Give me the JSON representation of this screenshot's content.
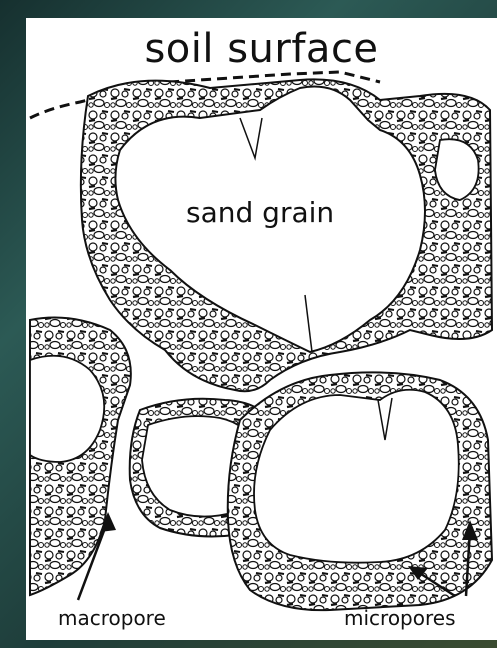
{
  "diagram": {
    "title": "soil surface",
    "labels": {
      "sand_grain": "sand grain",
      "macropore": "macropore",
      "micropores": "micropores"
    }
  },
  "colors": {
    "ink": "#111111",
    "paper": "#ffffff",
    "frame": "#1f3a3a"
  }
}
